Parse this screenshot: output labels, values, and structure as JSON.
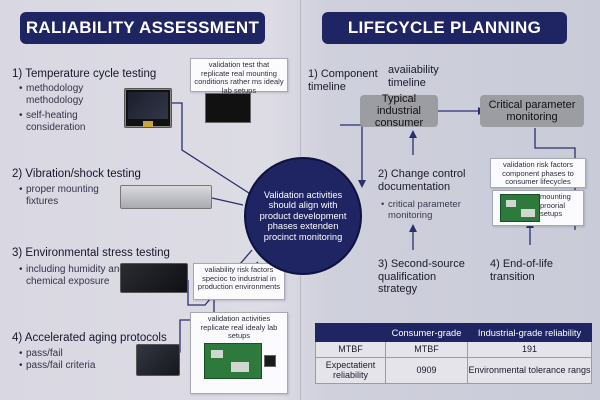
{
  "left": {
    "banner": "RALIABILITY ASSESSMENT",
    "sections": [
      {
        "heading": "1) Temperature cycle testing",
        "bullets": [
          "methodology methodology",
          "self-heating consideration"
        ]
      },
      {
        "heading": "2) Vibration/shock testing",
        "bullets": [
          "proper mounting fixtures"
        ]
      },
      {
        "heading": "3) Environmental stress testing",
        "bullets": [
          "including humidity and chemical exposure"
        ]
      },
      {
        "heading": "4) Accelerated aging protocols",
        "bullets": [
          "pass/fail",
          "pass/fail criteria"
        ]
      }
    ],
    "notes": [
      "validation test that replicate real mounting conditions rather ms idealy lab setups",
      "valiability risk factors specioc to industrial in production environments",
      "validation activities replicate real idealy lab setups"
    ]
  },
  "center": {
    "text": "Validation activities should align with product development phases extenden procinct monitoring"
  },
  "right": {
    "banner": "LIFECYCLE PLANNING",
    "items": {
      "component": "1) Component timeline",
      "availability": "avaiiability timeline",
      "change_control": "2) Change control documentation",
      "change_bullet": "critical parameter monitoring",
      "second_source": "3) Second-source qualification strategy",
      "eol": "4) End-of-life transition"
    },
    "boxes": {
      "consumer": "Typical industrial consumer",
      "critical": "Critical parameter monitoring"
    },
    "note_top": "validation risk factors component phases to consumer lifecycles",
    "note_side": "mounting proorial setups",
    "bullet_mark": "•"
  },
  "table": {
    "headers": [
      "",
      "Consumer-grade",
      "Industrial-grade reliability"
    ],
    "rows": [
      [
        "MTBF",
        "MTBF",
        "191"
      ],
      [
        "Expectatient reliability",
        "0909",
        "Environmental tolerance rangs"
      ]
    ]
  },
  "colors": {
    "navy": "#1f2463",
    "box_grey": "#9c9ca3",
    "pcb_green": "#2e7a3c"
  }
}
